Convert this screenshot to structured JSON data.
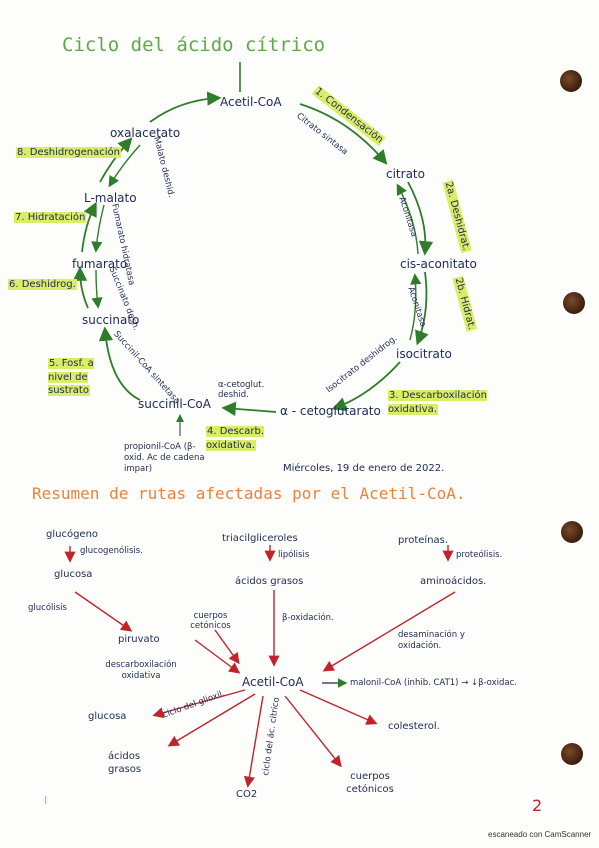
{
  "cycle": {
    "title": "Ciclo del ácido cítrico",
    "nodes": {
      "acetil_coa": "Acetil-CoA",
      "citrato": "citrato",
      "cis_aconitato": "cis-aconitato",
      "isocitrato": "isocitrato",
      "cetoglutarato": "α - cetoglutarato",
      "succinil_coa": "succinil-CoA",
      "succinato": "succinato",
      "fumarato": "fumarato",
      "l_malato": "L-malato",
      "oxalacetato": "oxalacetato"
    },
    "steps": {
      "s1": "1. Condensación",
      "s2a": "2a. Deshidrat.",
      "s2b": "2b. Hidrat.",
      "s3": "3. Descarboxilación oxidativa.",
      "s4": "4. Descarb. oxidativa.",
      "s5": "5. Fosf. a nivel de sustrato",
      "s6": "6. Deshidrog.",
      "s7": "7. Hidratación",
      "s8": "8. Deshidrogenación"
    },
    "enzymes": {
      "citrato_sintasa": "Citrato sintasa",
      "aconitasa_1": "Aconitasa",
      "aconitasa_2": "Aconitasa",
      "isocitrato_deshidrog": "Isocitrato deshidrog.",
      "cetoglut_deshid": "α-cetoglut. deshid.",
      "succinil_coa_sintetasa": "Succinil-CoA sintetasa",
      "succinato_desh": "Succinato desh.",
      "fumarato_hidratasa": "Fumarato hidratasa",
      "malato_deshid": "Malato deshid."
    },
    "propionil_note": "propionil-CoA (β-oxid. Ac de cadena impar)",
    "date": "Miércoles, 19 de enero de 2022."
  },
  "summary": {
    "title": "Resumen de rutas afectadas por el Acetil-CoA.",
    "center": "Acetil-CoA",
    "glucogeno": "glucógeno",
    "glucogenolisis": "glucogenólisis.",
    "glucosa_top": "glucosa",
    "glucolisis": "glucólisis",
    "piruvato": "piruvato",
    "descarboxilacion": "descarboxilación oxidativa",
    "cuerpos_cetonicos_in": "cuerpos cetónicos",
    "trigliceridos": "triacilgliceroles",
    "lipolisis": "lipólisis",
    "acidos_grasos_top": "ácidos grasos",
    "beta_oxidacion": "β-oxidación.",
    "proteinas": "proteínas.",
    "proteolisis": "proteólisis.",
    "aminoacidos": "aminoácidos.",
    "desaminacion": "desaminación y oxidación.",
    "malonil": "malonil-CoA (inhib. CAT1) → ↓β-oxidac.",
    "glucosa_out": "glucosa",
    "ciclo_glioxilato": "ciclo del glioxil.",
    "acidos_grasos_out": "ácidos grasos",
    "ciclo_citrico": "ciclo del ác. cítrico",
    "co2": "CO2",
    "colesterol": "colesterol.",
    "cuerpos_cetonicos_out": "cuerpos cetónicos"
  },
  "page_number": "2",
  "scanner": "escaneado con CamScanner",
  "margin_mark": "I"
}
